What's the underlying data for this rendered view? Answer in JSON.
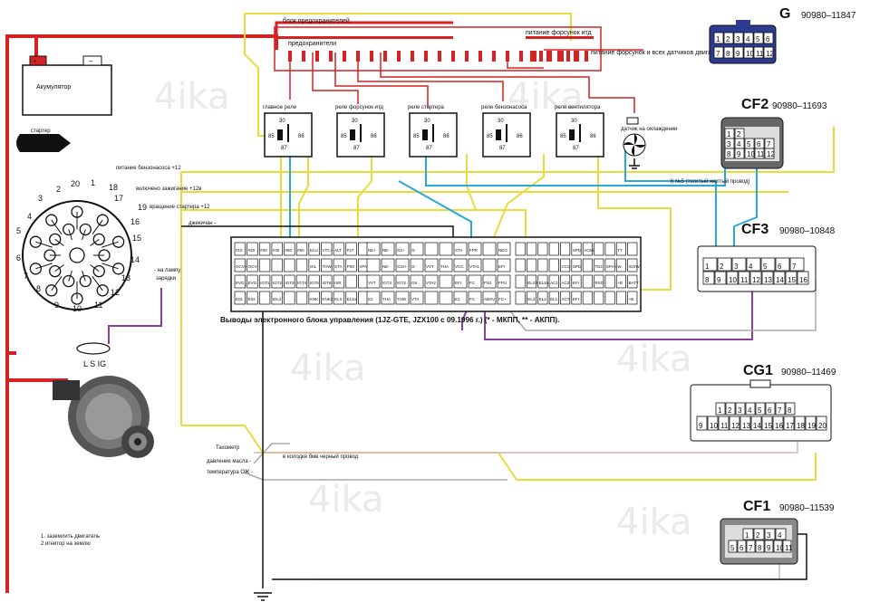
{
  "colors": {
    "red": "#d62222",
    "yellow": "#e8dc3a",
    "blue": "#2aa7d8",
    "purple": "#8a3fa0",
    "gray": "#a8a8a8",
    "pink": "#d9b4b4",
    "black": "#111111"
  },
  "watermark": "4ika",
  "fuse_block": {
    "title": "блок предохранителей",
    "fuses_label": "предохранители",
    "injector_power": "питание форсунок итд",
    "injector_sensor_power": "питание форсунок и всех датчиков двигателя"
  },
  "battery_label": "Акумулятор",
  "starter_label": "стартер",
  "relays": [
    {
      "label": "главное реле"
    },
    {
      "label": "реле форсунок итд"
    },
    {
      "label": "реле стартера"
    },
    {
      "label": "реле бензонасоса"
    },
    {
      "label": "реле вентилятора"
    }
  ],
  "relay_pins": {
    "p30": "30",
    "p85": "85",
    "p86": "86",
    "p87": "87"
  },
  "fan_sensor_label": "датчик на охлаждении",
  "signals": {
    "pump_power": "питание бензонасоса +12",
    "ignition_on": "включено зажигание +12в",
    "starter_rotation": "вращение стартера +12",
    "immobilizer": "джекичан -",
    "lamp": "- на лампу",
    "charging": "зарядки",
    "k5": "К №5 (толстый желтый провод)",
    "tacho": "Тахометр",
    "oil_pressure": "давление масла -",
    "coolant_temp": "температура ОЖ -",
    "bmw_plug": "в колодке бмв черный провод"
  },
  "round_connector_numbers": [
    "1",
    "2",
    "3",
    "4",
    "5",
    "6",
    "7",
    "8",
    "9",
    "10",
    "11",
    "12",
    "13",
    "14",
    "15",
    "16",
    "17",
    "18",
    "19",
    "20"
  ],
  "alternator_label": "L S IG",
  "ecu": {
    "caption": "Выводы электронного блока управления (1JZ-GTE, JZX100 с 09.1996 г.) (* - МКПП, ** - АКПП).",
    "row1": [
      "#10",
      "#20",
      "#30",
      "#40",
      "#50",
      "#60",
      "ELU",
      "VTC+",
      "ALT",
      "FLT",
      "",
      "NE+",
      "NE-",
      "G2+",
      "G-",
      "",
      "",
      "STA",
      "FPR",
      "",
      "NEO",
      "",
      "",
      "",
      "",
      "",
      "SPD",
      "ACMG",
      "",
      "",
      "TT"
    ],
    "row2": [
      "OCV+",
      "OCV-",
      "",
      "",
      "",
      "",
      "OIL",
      "THW",
      "STA",
      "PIM",
      "VPA",
      "",
      "NE-",
      "G22+",
      "G-",
      "VVT",
      "THA",
      "VCC",
      "VTA1",
      "",
      "EFI",
      "",
      "",
      "",
      "",
      "CCO",
      "SPD",
      "",
      "TE2",
      "SPAN",
      "W",
      "IGSW"
    ],
    "row3": [
      "EVG",
      "EVG",
      "IGT1",
      "IGT2",
      "IGT3",
      "IGT4",
      "IGT5",
      "IGT6",
      "ISR",
      "",
      "",
      "VVT",
      "IGT3",
      "IGT2",
      "OX",
      "VTA2",
      "",
      "EFI",
      "FC",
      "FN1",
      "FPU",
      "",
      "ELS2",
      "ELS1",
      "AC1",
      "AC2",
      "EFI",
      "",
      "RSO",
      "",
      "+B",
      "BATT"
    ],
    "row4": [
      "E01",
      "E02",
      "",
      "IDL2",
      "",
      "",
      "KNK",
      "KNK2",
      "ELS",
      "ELS2",
      "",
      "E2",
      "THA",
      "THW",
      "VTA",
      "",
      "",
      "E1",
      "FC",
      "ABSV",
      "FC+",
      "",
      "EL3",
      "EL2",
      "EL1",
      "ACT",
      "EFI",
      "",
      "",
      "",
      "",
      "+B"
    ]
  },
  "connectors": [
    {
      "name": "G",
      "part": "90980–11847"
    },
    {
      "name": "CF2",
      "part": "90980–11693"
    },
    {
      "name": "CF3",
      "part": "90980–10848"
    },
    {
      "name": "CG1",
      "part": "90980–11469"
    },
    {
      "name": "CF1",
      "part": "90980–11539"
    }
  ],
  "g_pins": {
    "row1": [
      "1",
      "2",
      "3",
      "4",
      "5",
      "6"
    ],
    "row2": [
      "7",
      "8",
      "9",
      "10",
      "11",
      "12"
    ]
  },
  "cf2_pins": {
    "row1": [
      "1",
      "2"
    ],
    "row2": [
      "3",
      "4",
      "5",
      "6",
      "7"
    ],
    "row3": [
      "8",
      "9",
      "10",
      "11",
      "12"
    ]
  },
  "cf3_pins": {
    "row1": [
      "1",
      "2",
      "3",
      "4",
      "5",
      "6",
      "7"
    ],
    "row2": [
      "8",
      "9",
      "10",
      "11",
      "12",
      "13",
      "14",
      "15",
      "16"
    ]
  },
  "cg1_pins": {
    "row1": [
      "1",
      "2",
      "3",
      "4",
      "5",
      "6",
      "7",
      "8"
    ],
    "row2": [
      "9",
      "10",
      "11",
      "12",
      "13",
      "14",
      "15",
      "16",
      "17",
      "18",
      "19",
      "20"
    ]
  },
  "cf1_pins": {
    "row1": [
      "1",
      "2",
      "3",
      "4"
    ],
    "row2": [
      "5",
      "6",
      "7",
      "8",
      "9",
      "10",
      "11"
    ]
  },
  "notes": [
    "1. заземлить двигатель",
    "2.игнитор на землю"
  ]
}
